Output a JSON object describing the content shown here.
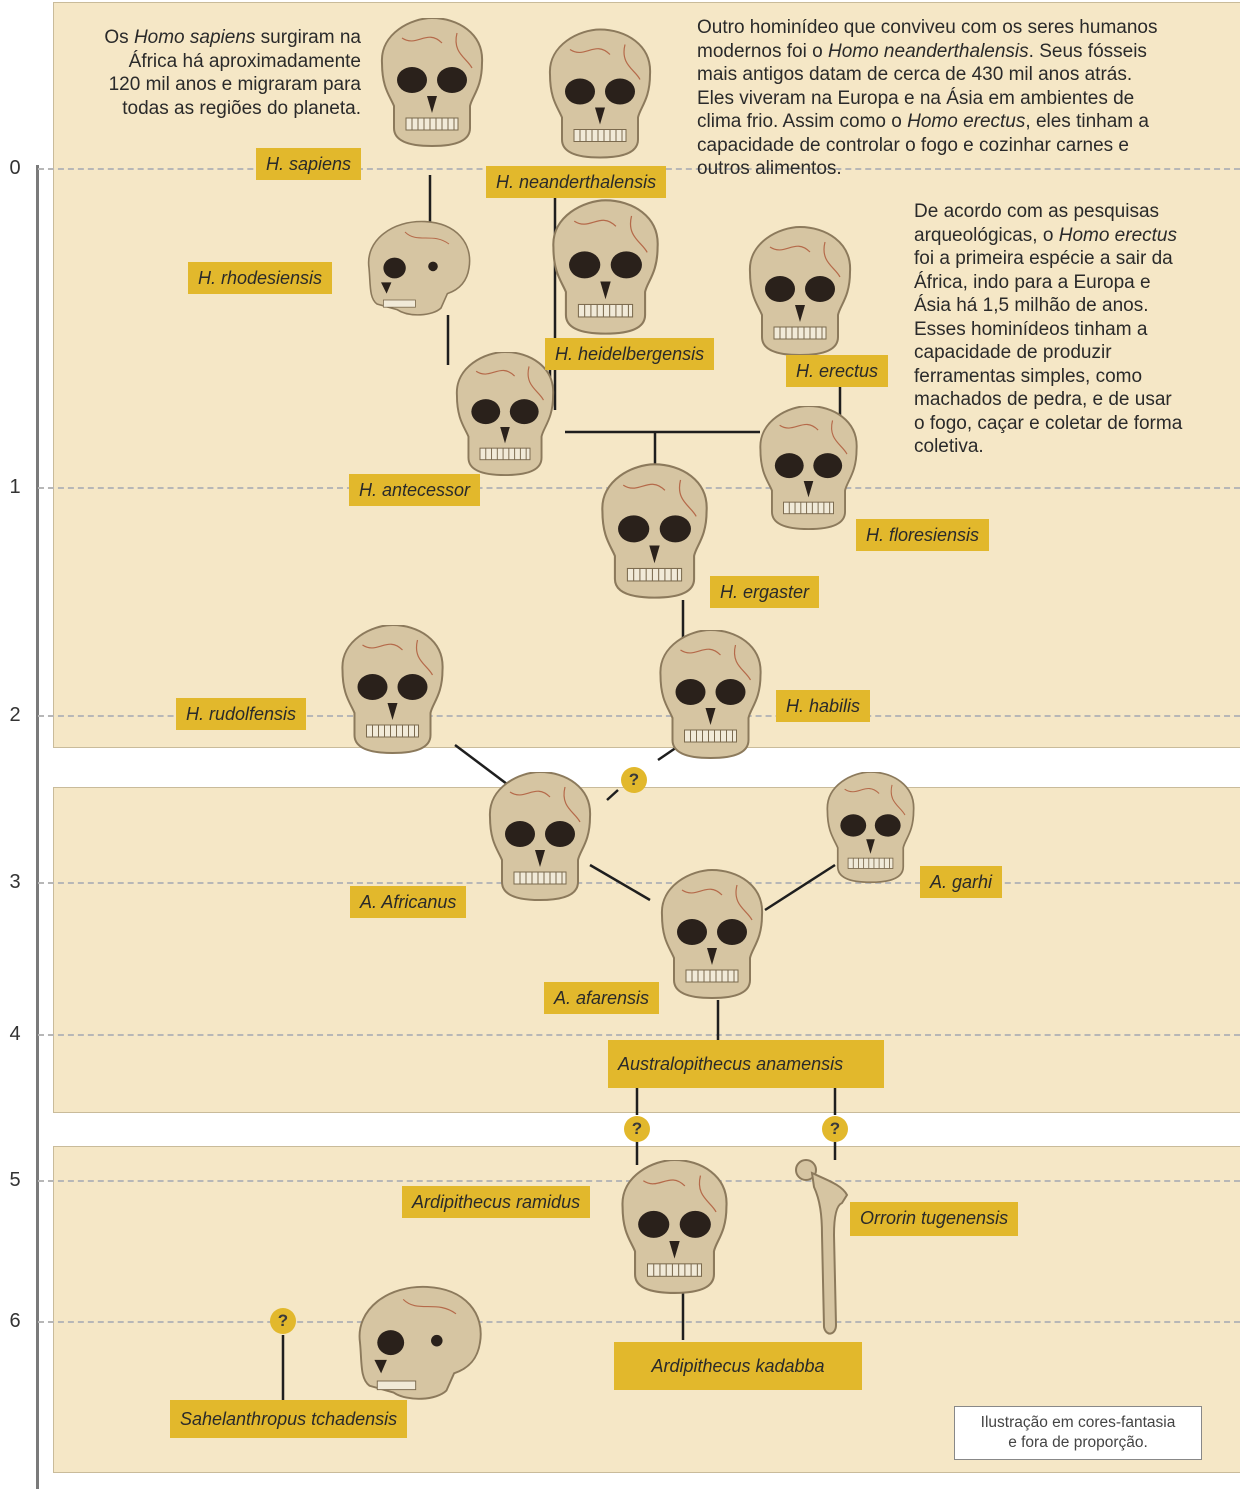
{
  "axis": {
    "ticks": [
      "0",
      "1",
      "2",
      "3",
      "4",
      "5",
      "6"
    ]
  },
  "texts": {
    "sapiens_info": {
      "s1": "Os ",
      "s2": "Homo sapiens",
      "s3": " surgiram na",
      "l2": "África há aproximadamente",
      "l3": "120 mil anos e migraram para",
      "l4": "todas as regiões do planeta."
    },
    "neander_info": {
      "l1": "Outro hominídeo que conviveu com os seres humanos",
      "l2a": "modernos foi o ",
      "l2b": "Homo neanderthalensis",
      "l2c": ". Seus fósseis",
      "l3": "mais antigos datam de cerca de 430 mil anos atrás.",
      "l4": "Eles viveram na Europa e na Ásia em ambientes de",
      "l5a": "clima frio. Assim como o ",
      "l5b": "Homo erectus",
      "l5c": ", eles tinham a",
      "l6": "capacidade de controlar o fogo e cozinhar carnes e",
      "l7": "outros alimentos."
    },
    "erectus_info": {
      "l1": "De acordo com as pesquisas",
      "l2a": "arqueológicas, o ",
      "l2b": "Homo erectus",
      "l3": "foi a primeira espécie a sair da",
      "l4": "África, indo para a Europa e",
      "l5": "Ásia há 1,5 milhão de anos.",
      "l6": "Esses hominídeos tinham a",
      "l7": "capacidade de produzir",
      "l8": "ferramentas simples, como",
      "l9": "machados de pedra, e de usar",
      "l10": "o fogo, caçar e coletar de forma",
      "l11": "coletiva."
    },
    "note": {
      "l1": "Ilustração em cores-fantasia",
      "l2": "e fora de proporção."
    }
  },
  "species": {
    "sapiens": "H. sapiens",
    "neanderthalensis": "H. neanderthalensis",
    "rhodesiensis": "H. rhodesiensis",
    "heidelbergensis": "H. heidelbergensis",
    "erectus": "H. erectus",
    "antecessor": "H. antecessor",
    "floresiensis": "H. floresiensis",
    "ergaster": "H. ergaster",
    "rudolfensis": "H. rudolfensis",
    "habilis": "H. habilis",
    "africanus": "A. Africanus",
    "garhi": "A. garhi",
    "afarensis": "A. afarensis",
    "anamensis": "Australopithecus anamensis",
    "ramidus": "Ardipithecus ramidus",
    "orrorin": "Orrorin tugenensis",
    "kadabba": "Ardipithecus kadabba",
    "sahelanthropus": "Sahelanthropus tchadensis"
  },
  "question_mark": "?",
  "colors": {
    "panel": "#f5e7c6",
    "label": "#e2b82c",
    "bone": "#d9c9a8",
    "eye": "#2a211b"
  }
}
